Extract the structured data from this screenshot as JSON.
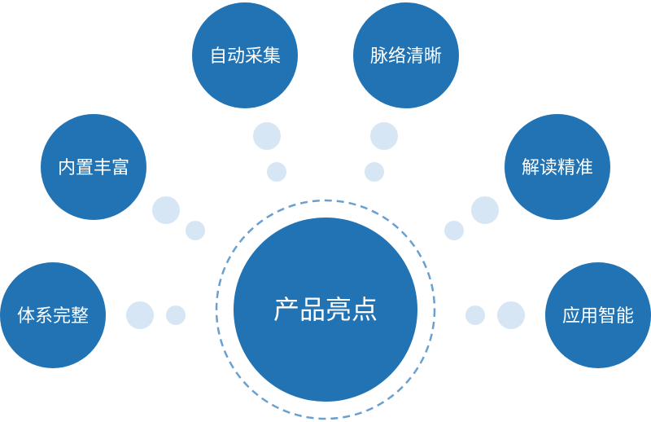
{
  "center": {
    "label": "产品亮点"
  },
  "features": [
    {
      "label": "自动采集"
    },
    {
      "label": "脉络清晰"
    },
    {
      "label": "内置丰富"
    },
    {
      "label": "解读精准"
    },
    {
      "label": "体系完整"
    },
    {
      "label": "应用智能"
    }
  ],
  "colors": {
    "node": "#2173b4",
    "connector_dot": "#d7e6f5",
    "ring": "#6aa0cf",
    "text": "#ffffff"
  }
}
